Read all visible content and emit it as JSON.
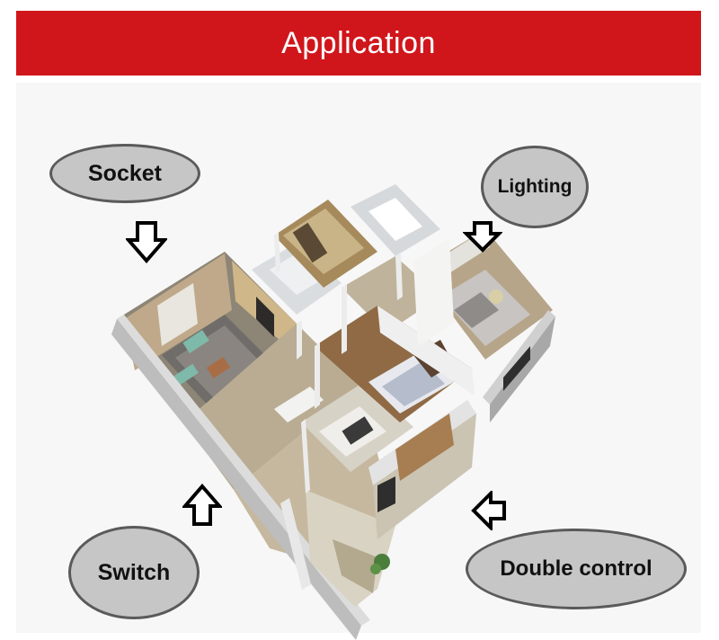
{
  "header": {
    "title": "Application",
    "color": "#d0161b"
  },
  "callouts": {
    "socket": "Socket",
    "lighting": "Lighting",
    "switch": "Switch",
    "double_control": "Double control"
  },
  "illustration": {
    "subject": "3D cutaway floor plan of an apartment"
  }
}
